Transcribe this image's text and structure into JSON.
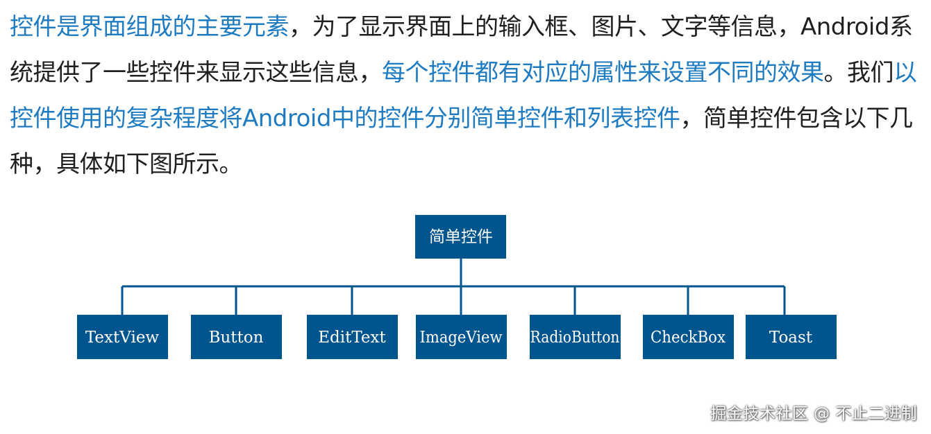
{
  "paragraph": {
    "segments": [
      {
        "text": "控件是界面组成的主要元素",
        "link": true
      },
      {
        "text": "，为了显示界面上的输入框、图片、文字等信息，Android系统提供了一些控件来显示这些信息，",
        "link": false
      },
      {
        "text": "每个控件都有对应的属性来设置不同的效果",
        "link": true
      },
      {
        "text": "。我们",
        "link": false
      },
      {
        "text": "以控件使用的复杂程度将Android中的控件分别简单控件和列表控件",
        "link": true
      },
      {
        "text": "，简单控件包含以下几种，具体如下图所示。",
        "link": false
      }
    ]
  },
  "diagram": {
    "root": "简单控件",
    "children": [
      "TextView",
      "Button",
      "EditText",
      "ImageView",
      "RadioButton",
      "CheckBox",
      "Toast"
    ],
    "node_color": "#00558f",
    "text_color": "#ffffff"
  },
  "watermark": "掘金技术社区 @ 不止二进制",
  "colors": {
    "link": "#1f7bc1",
    "body_text": "#1f1f1f"
  }
}
